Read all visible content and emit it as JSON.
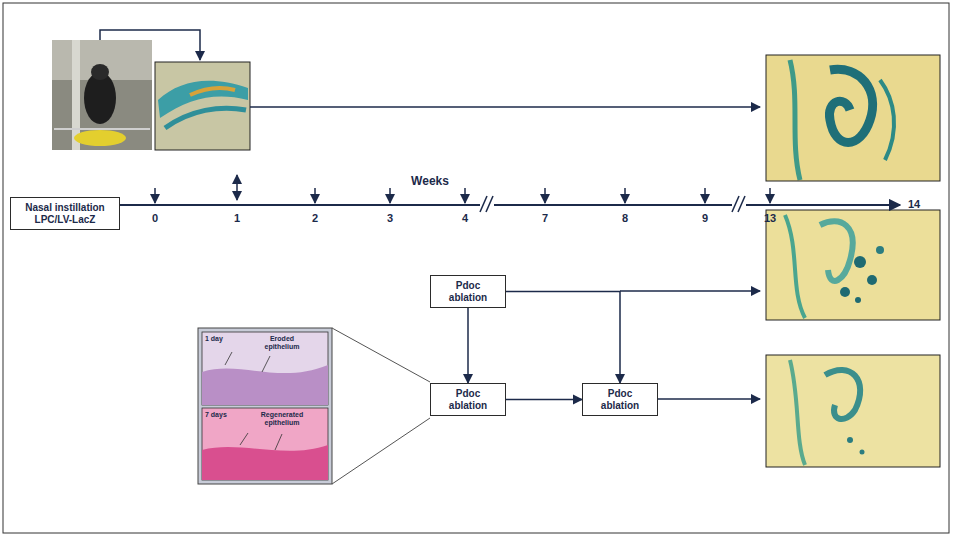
{
  "diagram": {
    "nodes": [
      {
        "text": [
          "Nasal instillation LPC/LV-LacZ"
        ]
      },
      {
        "text": [
          "Pdoc ablation"
        ]
      },
      {
        "text": [
          "Pdoc ablation"
        ]
      },
      {
        "text": [
          "Pdoc ablation"
        ]
      }
    ],
    "edges": [
      {
        "from": 1,
        "to": 2,
        "arrow": "to"
      },
      {
        "from": 2,
        "to": 3,
        "arrow": "to"
      },
      {
        "from": 1,
        "to": 3,
        "arrow": "to"
      }
    ],
    "labels": [
      "Weeks",
      "0",
      "1",
      "2",
      "3",
      "4",
      "7",
      "8",
      "9",
      "13",
      "14",
      "1 day",
      "Eroded epithelium",
      "7 days",
      "Regenerated epithelium"
    ]
  }
}
